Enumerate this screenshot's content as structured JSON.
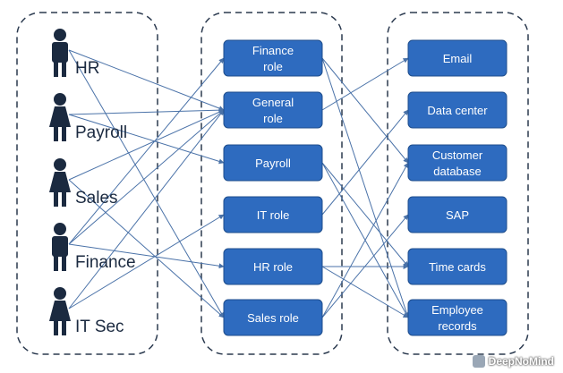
{
  "users": [
    {
      "label": "HR",
      "gender": "male"
    },
    {
      "label": "Payroll",
      "gender": "female"
    },
    {
      "label": "Sales",
      "gender": "female"
    },
    {
      "label": "Finance",
      "gender": "male"
    },
    {
      "label": "IT Sec",
      "gender": "female"
    }
  ],
  "roles": [
    {
      "lines": [
        "Finance",
        "role"
      ]
    },
    {
      "lines": [
        "General",
        "role"
      ]
    },
    {
      "lines": [
        "Payroll"
      ]
    },
    {
      "lines": [
        "IT role"
      ]
    },
    {
      "lines": [
        "HR role"
      ]
    },
    {
      "lines": [
        "Sales role"
      ]
    }
  ],
  "resources": [
    {
      "lines": [
        "Email"
      ]
    },
    {
      "lines": [
        "Data center"
      ]
    },
    {
      "lines": [
        "Customer",
        "database"
      ]
    },
    {
      "lines": [
        "SAP"
      ]
    },
    {
      "lines": [
        "Time cards"
      ]
    },
    {
      "lines": [
        "Employee",
        "records"
      ]
    }
  ],
  "user_role_links": [
    [
      0,
      1
    ],
    [
      0,
      5
    ],
    [
      1,
      1
    ],
    [
      1,
      2
    ],
    [
      2,
      1
    ],
    [
      2,
      5
    ],
    [
      3,
      0
    ],
    [
      3,
      1
    ],
    [
      3,
      4
    ],
    [
      4,
      1
    ],
    [
      4,
      3
    ]
  ],
  "role_resource_links": [
    [
      0,
      2
    ],
    [
      0,
      5
    ],
    [
      1,
      0
    ],
    [
      2,
      4
    ],
    [
      2,
      5
    ],
    [
      3,
      1
    ],
    [
      4,
      4
    ],
    [
      4,
      5
    ],
    [
      5,
      2
    ],
    [
      5,
      3
    ]
  ],
  "colors": {
    "box_fill": "#2e6bbf",
    "box_stroke": "#1f4e8c",
    "box_text": "#ffffff",
    "person": "#1b2a40",
    "user_text": "#1b2a40",
    "line": "#4a72a8",
    "border": "#2b3a4f"
  },
  "watermark": "DeepNoMind"
}
